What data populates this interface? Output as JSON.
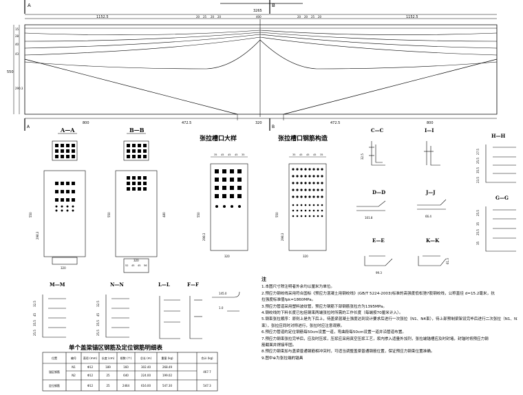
{
  "main_elevation": {
    "section_marks": [
      "A",
      "B"
    ],
    "top_dims": [
      "1152.5",
      "20",
      "25",
      "20",
      "20",
      "400",
      "20",
      "20",
      "25",
      "20",
      "1152.5"
    ],
    "top_total": "3265",
    "left_dims": [
      "15",
      "28",
      "40",
      "43"
    ],
    "left_total": "550",
    "left_lower": "290.3",
    "bottom_dims": [
      "800",
      "472.5",
      "320",
      "472.5",
      "800"
    ]
  },
  "sections": {
    "aa": {
      "label": "A—A",
      "height_dim": "550",
      "lower_dim": "298.3",
      "width_dim": "320"
    },
    "bb": {
      "label": "B—B",
      "height_dim": "550",
      "inner_dim": "480",
      "width_dim": "320",
      "bottom_dims": [
        "52",
        "45",
        "45",
        "56"
      ]
    },
    "slot": {
      "title": "张拉槽口大样",
      "top_dims": [
        "35",
        "45",
        "45",
        "45",
        "35"
      ],
      "height_dim": "550",
      "lower_dim": "298.3",
      "width_dim": "320"
    },
    "rebar": {
      "title": "张拉槽口钢筋构造",
      "top_dims": [
        "35",
        "45",
        "45",
        "45",
        "35"
      ],
      "height_dim": "550",
      "lower_dim": "298.3",
      "width_dim": "320"
    }
  },
  "details": {
    "cc": {
      "label": "C—C",
      "dim": "32.5"
    },
    "ii": {
      "label": "I—I"
    },
    "hh": {
      "label": "H—H",
      "dims": [
        "27.5",
        "25.5",
        "35.5",
        "23.5"
      ]
    },
    "dd": {
      "label": "D—D",
      "dim": "101.8"
    },
    "jj": {
      "label": "J—J",
      "dim": "66.4"
    },
    "gg": {
      "label": "G—G",
      "dims": [
        "25.5",
        "35",
        "25.5",
        "35"
      ]
    },
    "ee": {
      "label": "E—E",
      "dim": "99.3"
    },
    "kk": {
      "label": "K—K",
      "dim": "61.3"
    },
    "mm": {
      "label": "M—M",
      "dims": [
        "32.5",
        "45",
        "35.5",
        "25.5"
      ]
    },
    "nn": {
      "label": "N—N",
      "dims": [
        "32.5",
        "45",
        "35.5",
        "25.5"
      ]
    },
    "ll": {
      "label": "L—L"
    },
    "ff": {
      "label": "F—F"
    },
    "hook": {
      "dims": [
        "145.0",
        "1.0"
      ]
    }
  },
  "table": {
    "title": "单个盖梁锚区钢筋及定位钢筋明细表",
    "headers": [
      "位置",
      "编号",
      "直径\n(mm)",
      "长度\n(cm)",
      "根数\n(个)",
      "总长\n(m)",
      "重量\n(kg)",
      "合计\n(kg)"
    ],
    "group1": "锚区钢筋",
    "group2": "定位钢筋",
    "rows": [
      [
        "N1",
        "Φ12",
        "189",
        "160",
        "302.40",
        "268.49"
      ],
      [
        "N2",
        "Φ12",
        "25",
        "640",
        "224.00",
        "199.02"
      ],
      [
        "",
        "Φ12",
        "25",
        "2464",
        "616.00",
        "547.30"
      ]
    ],
    "subtotal": "467.7",
    "total": "547.3"
  },
  "notes": {
    "title": "注",
    "lines": [
      "1.本图尺寸除注明者外余均以厘米为单位。",
      "2.预应力钢绞线采用符合国标《预应力混凝土用钢绞线》(GB/T 5224-2003)标准的高强度低松弛7股钢绞线，公称直径 d=15.2毫米，抗",
      "  拉强度标准值fpk=1860MPa。",
      "3.预应力管道采用塑料波纹管，预应力钢筋下部钢筋张拉方为1395MPa。",
      "4.钢绞线的下料长度已包括钢束两端张拉时所需的工作长度（每端按70厘米计入）。",
      "5.钢束张拉顺序：原则上是先下后上，待盖梁混凝土强度达到设计要求后进行一次张拉（N1、N4束），待上部预制梁架设完毕后进行二次张拉（N1、N3、N5",
      "  束），张拉应同时对称进行，张拉时应注意观察。",
      "6.预应力管道的定位钢筋每50cm设置一道，弯曲段每50cm设置一道并沿管道布置。",
      "7.预应力钢束张拉完毕后，应及时压浆，压浆应采用真空压浆工艺，浆内掺入适量外加剂，张拉端锚槽应及时封堵，封锚时将预应力钢",
      "  筋截面并焊接牢固。",
      "8.预应力钢束加与盖梁普通钢筋相冲突时，可适当调整盖梁普通钢筋位置，保证预应力钢束位置准确。",
      "9.图中⊕为张拉端的锚具"
    ]
  }
}
